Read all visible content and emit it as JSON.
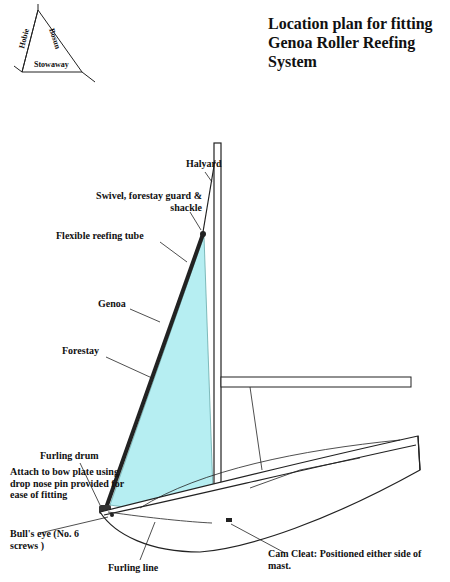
{
  "diagram": {
    "title": "Location plan for fitting Genoa Roller Reefing System",
    "labels": [
      "Hobie",
      "Bosun",
      "Stowaway",
      "Halyard",
      "Swivel, forestay guard & shackle",
      "Flexible reefing tube",
      "Genoa",
      "Forestay",
      "Furling drum",
      "Attach to bow plate using drop nose pin provided for ease of fitting",
      "Bull's eye (No. 6 screws )",
      "Furling line",
      "Cam Cleat: Positioned either side of mast."
    ]
  }
}
